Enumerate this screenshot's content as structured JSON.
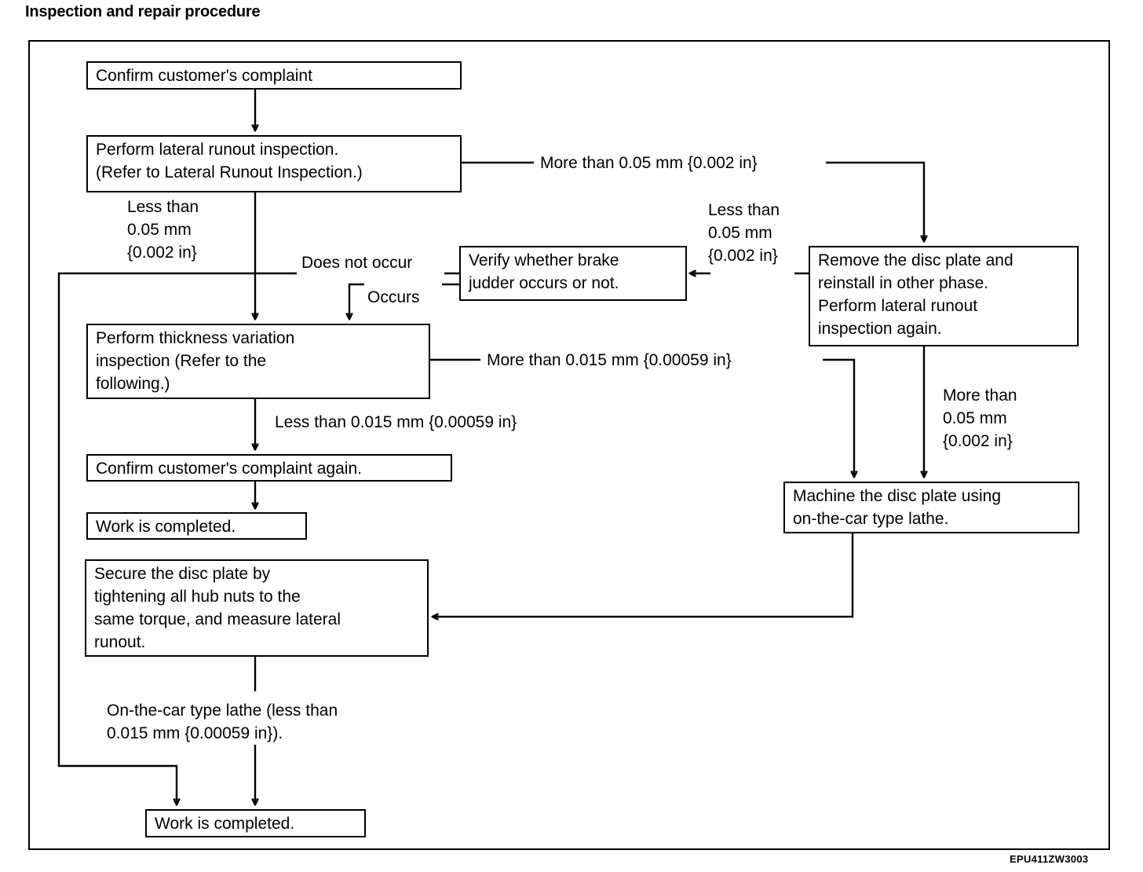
{
  "title": "Inspection and repair procedure",
  "figure_code": "EPU411ZW3003",
  "chart_data": {
    "type": "flowchart",
    "title": "Inspection and repair procedure",
    "nodes": [
      {
        "id": "n1",
        "label": "Confirm customer's complaint"
      },
      {
        "id": "n2",
        "label": "Perform lateral runout inspection.\n(Refer to Lateral Runout Inspection.)"
      },
      {
        "id": "n3",
        "label": "Verify whether brake\njudder occurs or not."
      },
      {
        "id": "n4",
        "label": "Remove the disc plate and\nreinstall in other phase.\nPerform lateral runout\ninspection again."
      },
      {
        "id": "n5",
        "label": "Perform thickness variation\ninspection (Refer to the\nfollowing.)"
      },
      {
        "id": "n6",
        "label": "Confirm customer's complaint again."
      },
      {
        "id": "n7",
        "label": "Work is completed."
      },
      {
        "id": "n8",
        "label": "Secure the disc plate by\ntightening all hub nuts to the\nsame torque, and measure lateral\nrunout."
      },
      {
        "id": "n9",
        "label": "Machine the disc plate using\non-the-car type lathe."
      },
      {
        "id": "n10",
        "label": "Work is completed."
      }
    ],
    "edges": [
      {
        "from": "n1",
        "to": "n2",
        "label": ""
      },
      {
        "from": "n2",
        "to": "n4",
        "label": "More than 0.05 mm {0.002 in}"
      },
      {
        "from": "n2",
        "to": "n5",
        "label": "Less than\n0.05 mm\n{0.002 in}"
      },
      {
        "from": "n4",
        "to": "n3",
        "label": "Less than\n0.05 mm\n{0.002 in}"
      },
      {
        "from": "n4",
        "to": "n9",
        "label": "More than\n0.05 mm\n{0.002 in}"
      },
      {
        "from": "n3",
        "to": "n10",
        "label": "Does not occur"
      },
      {
        "from": "n3",
        "to": "n5",
        "label": "Occurs"
      },
      {
        "from": "n5",
        "to": "n6",
        "label": "Less than 0.015 mm {0.00059 in}"
      },
      {
        "from": "n5",
        "to": "n9",
        "label": "More than 0.015 mm {0.00059 in}"
      },
      {
        "from": "n6",
        "to": "n7",
        "label": ""
      },
      {
        "from": "n9",
        "to": "n8",
        "label": ""
      },
      {
        "from": "n8",
        "to": "n10",
        "label": "On-the-car type lathe (less than\n0.015 mm {0.00059 in})."
      }
    ]
  },
  "nodes": {
    "confirm_complaint": "Confirm customer's complaint",
    "lateral_runout": "Perform lateral runout inspection.\n(Refer to Lateral Runout Inspection.)",
    "verify_judder": "Verify whether brake\njudder occurs or not.",
    "remove_disc": "Remove the disc plate and\nreinstall in other phase.\nPerform lateral runout\ninspection again.",
    "thickness_variation": "Perform thickness variation\ninspection (Refer to the\nfollowing.)",
    "confirm_again": "Confirm customer's complaint again.",
    "work_completed_1": "Work is completed.",
    "secure_disc": "Secure the disc plate by\ntightening all hub nuts to the\nsame torque, and measure lateral\nrunout.",
    "machine_disc": "Machine the disc plate using\non-the-car type lathe.",
    "work_completed_2": "Work is completed."
  },
  "labels": {
    "more_than_005_top": "More than 0.05 mm {0.002 in}",
    "less_than_005_left": "Less than\n0.05 mm\n{0.002 in}",
    "less_than_005_right": "Less than\n0.05 mm\n{0.002 in}",
    "more_than_005_right": "More than\n0.05 mm\n{0.002 in}",
    "does_not_occur": "Does not occur",
    "occurs": "Occurs",
    "more_than_0015": "More than 0.015 mm {0.00059 in}",
    "less_than_0015": "Less than 0.015 mm {0.00059 in}",
    "on_the_car_lathe": "On-the-car type lathe (less than\n0.015 mm {0.00059 in})."
  }
}
